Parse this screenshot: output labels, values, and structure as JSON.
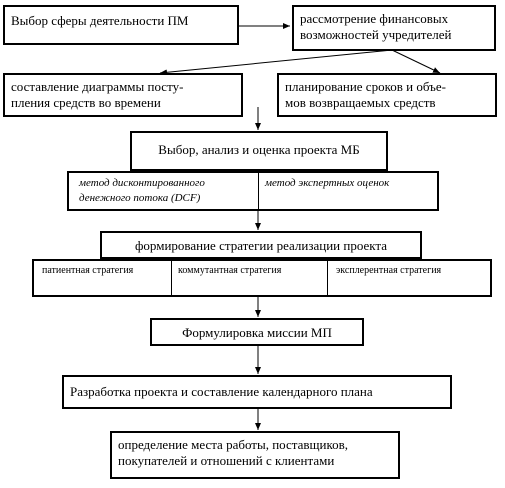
{
  "nodes": {
    "choose_area": "Выбор сферы деятельности  ПМ",
    "financial_review_line1": "рассмотрение финансовых",
    "financial_review_line2": "возможностей учредителей",
    "cashflow_diagram_line1": "составление диаграммы посту-",
    "cashflow_diagram_line2": "пления средств во времени",
    "planning_line1": "планирование сроков и объе-",
    "planning_line2": "мов возвращаемых средств",
    "project_selection": "Выбор, анализ и оценка проекта МБ",
    "method_dcf_line1": "метод дисконтированного",
    "method_dcf_line2": "денежного потока (DCF)",
    "method_expert": "метод экспертных оценок",
    "strategy_formation": "формирование стратегии  реализации проекта",
    "strategy_patient": "патиентная стратегия",
    "strategy_commutant": "коммутантная стратегия",
    "strategy_explerent": "эксплерентная  стратегия",
    "mission": "Формулировка миссии МП",
    "project_development": "Разработка проекта и  составление календарного плана",
    "final_line1": "определение места работы, поставщиков,",
    "final_line2": "покупателей и отношений с клиентами"
  }
}
